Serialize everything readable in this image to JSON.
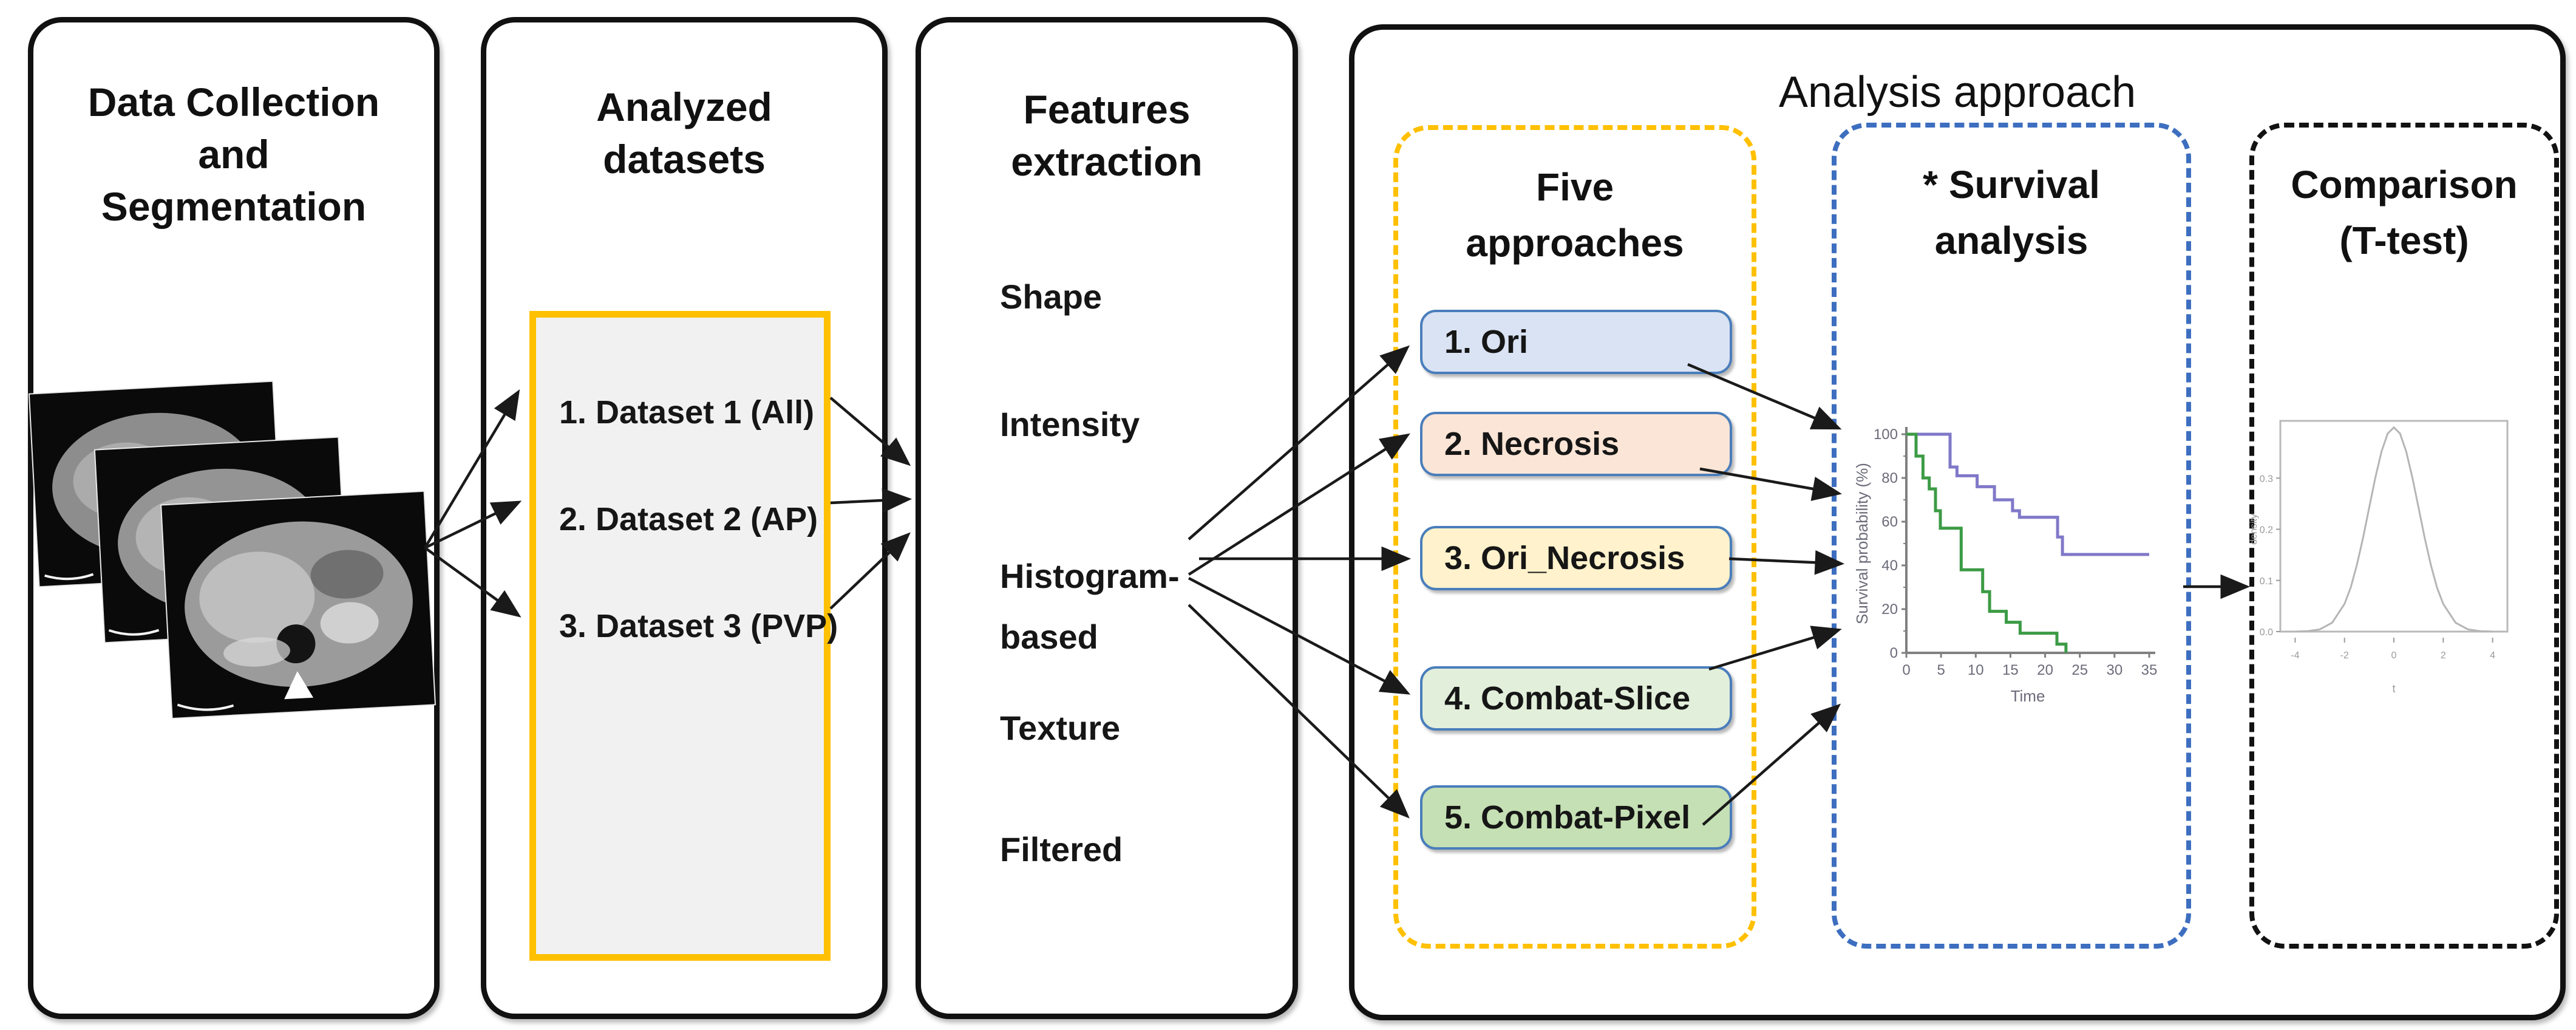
{
  "colors": {
    "panel_border": "#111111",
    "gold": "#FFC000",
    "blue_dashed": "#3D6EBF",
    "black_dashed": "#121212",
    "approach_border": "#4a7ebb",
    "survival_purple": "#8078C8",
    "survival_green": "#3C9B45",
    "tdist_gray": "#b5b5b5",
    "arrow": "#1a1a1a"
  },
  "panel1": {
    "title_lines": [
      "Data Collection",
      "and",
      "Segmentation"
    ]
  },
  "panel2": {
    "title_lines": [
      "Analyzed",
      "datasets"
    ],
    "datasets": [
      "1. Dataset 1 (All)",
      "2. Dataset 2 (AP)",
      "3. Dataset 3 (PVP)"
    ]
  },
  "panel3": {
    "title_lines": [
      "Features",
      "extraction"
    ],
    "features": [
      "Shape",
      "Intensity",
      "Histogram-based",
      "Texture",
      "Filtered"
    ]
  },
  "panel4": {
    "title": "Analysis approach",
    "five_approaches": {
      "title_lines": [
        "Five",
        "approaches"
      ],
      "items": [
        {
          "label": "1. Ori",
          "fill": "#dae3f3"
        },
        {
          "label": "2. Necrosis",
          "fill": "#fbe5d6"
        },
        {
          "label": "3. Ori_Necrosis",
          "fill": "#fff2cc"
        },
        {
          "label": "4. Combat-Slice",
          "fill": "#e2efda"
        },
        {
          "label": "5. Combat-Pixel",
          "fill": "#c5e0b4"
        }
      ]
    },
    "survival": {
      "title_lines": [
        "* Survival",
        "analysis"
      ]
    },
    "comparison": {
      "title_lines": [
        "Comparison",
        "(T-test)"
      ]
    }
  },
  "chart_data": [
    {
      "type": "line",
      "title": "",
      "xlabel": "Time",
      "ylabel": "Survival probability (%)",
      "xlim": [
        0,
        35
      ],
      "ylim": [
        0,
        100
      ],
      "xticks": [
        0,
        5,
        10,
        15,
        20,
        25,
        30,
        35
      ],
      "yticks": [
        0,
        20,
        40,
        60,
        80,
        100
      ],
      "grid": false,
      "legend": "none",
      "series": [
        {
          "name": "group-1-purple",
          "color": "#8078C8",
          "points": [
            [
              0,
              100
            ],
            [
              6.3,
              100
            ],
            [
              6.3,
              85
            ],
            [
              7.3,
              85
            ],
            [
              7.3,
              81
            ],
            [
              10.2,
              81
            ],
            [
              10.2,
              76
            ],
            [
              12.7,
              76
            ],
            [
              12.7,
              70
            ],
            [
              15.3,
              70
            ],
            [
              15.3,
              65
            ],
            [
              16.3,
              65
            ],
            [
              16.3,
              62
            ],
            [
              21.8,
              62
            ],
            [
              21.8,
              53
            ],
            [
              22.5,
              53
            ],
            [
              22.5,
              45
            ],
            [
              35,
              45
            ]
          ]
        },
        {
          "name": "group-2-green",
          "color": "#3C9B45",
          "points": [
            [
              0,
              100
            ],
            [
              1.4,
              100
            ],
            [
              1.4,
              90
            ],
            [
              2.4,
              90
            ],
            [
              2.4,
              80
            ],
            [
              3.3,
              80
            ],
            [
              3.3,
              75
            ],
            [
              4.2,
              75
            ],
            [
              4.2,
              65
            ],
            [
              4.9,
              65
            ],
            [
              4.9,
              57
            ],
            [
              7.9,
              57
            ],
            [
              7.9,
              38
            ],
            [
              11,
              38
            ],
            [
              11,
              28
            ],
            [
              12,
              28
            ],
            [
              12,
              19
            ],
            [
              14.4,
              19
            ],
            [
              14.4,
              14
            ],
            [
              16.4,
              14
            ],
            [
              16.4,
              9
            ],
            [
              21.7,
              9
            ],
            [
              21.7,
              4
            ],
            [
              23,
              4
            ],
            [
              23,
              0
            ]
          ]
        }
      ]
    },
    {
      "type": "line",
      "title": "",
      "xlabel": "t",
      "ylabel": "density",
      "xlim": [
        -4.6,
        4.6
      ],
      "ylim": [
        0,
        0.4
      ],
      "xticks": [
        -4,
        -2,
        0,
        2,
        4
      ],
      "yticks": [
        0.0,
        0.1,
        0.2,
        0.3
      ],
      "grid": false,
      "legend": "none",
      "series": [
        {
          "name": "t-distribution-density",
          "color": "#b5b5b5",
          "points": [
            [
              -4.4,
              0.0
            ],
            [
              -4,
              0.0001
            ],
            [
              -3.5,
              0.0009
            ],
            [
              -3,
              0.0044
            ],
            [
              -2.5,
              0.0175
            ],
            [
              -2,
              0.054
            ],
            [
              -1.75,
              0.086
            ],
            [
              -1.5,
              0.13
            ],
            [
              -1.25,
              0.183
            ],
            [
              -1,
              0.242
            ],
            [
              -0.75,
              0.301
            ],
            [
              -0.5,
              0.352
            ],
            [
              -0.25,
              0.387
            ],
            [
              0,
              0.399
            ],
            [
              0.25,
              0.387
            ],
            [
              0.5,
              0.352
            ],
            [
              0.75,
              0.301
            ],
            [
              1,
              0.242
            ],
            [
              1.25,
              0.183
            ],
            [
              1.5,
              0.13
            ],
            [
              1.75,
              0.086
            ],
            [
              2,
              0.054
            ],
            [
              2.5,
              0.0175
            ],
            [
              3,
              0.0044
            ],
            [
              3.5,
              0.0009
            ],
            [
              4,
              0.0001
            ],
            [
              4.4,
              0.0
            ]
          ]
        }
      ]
    }
  ]
}
